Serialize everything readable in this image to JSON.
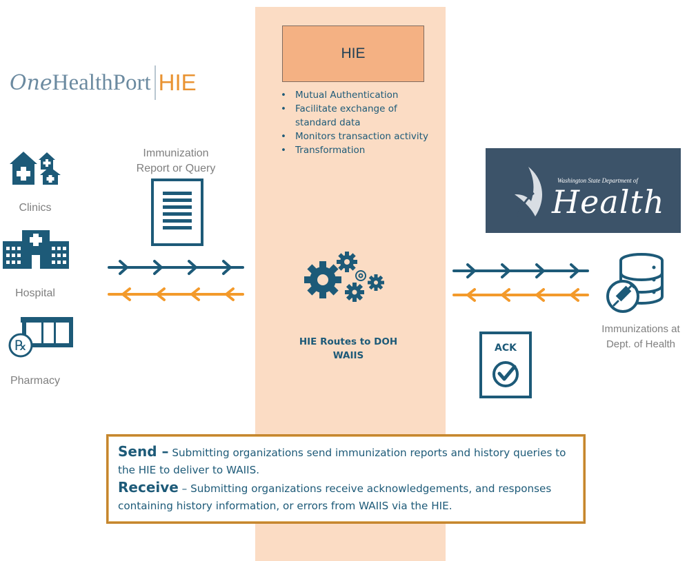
{
  "logo": {
    "one": "One",
    "healthport": "HealthPort",
    "hie": "HIE"
  },
  "left": {
    "report_line1": "Immunization",
    "report_line2": "Report or Query",
    "clinics": "Clinics",
    "hospital": "Hospital",
    "pharmacy": "Pharmacy"
  },
  "hie": {
    "title": "HIE",
    "features": [
      "Mutual Authentication",
      "Facilitate exchange of standard data",
      "Monitors transaction activity",
      "Transformation"
    ],
    "route_line1": "HIE Routes to DOH",
    "route_line2": "WAIIS"
  },
  "right": {
    "doh_dept": "Washington State Department of",
    "doh_health": "Health",
    "ack": "ACK",
    "db_line1": "Immunizations at",
    "db_line2": "Dept. of Health"
  },
  "info": {
    "send_title": "Send –",
    "send_text": " Submitting organizations send immunization reports and history queries to the HIE to deliver to WAIIS.",
    "receive_title": "Receive",
    "receive_text": " – Submitting organizations receive acknowledgements, and responses containing history information, or errors from WAIIS via the HIE."
  },
  "colors": {
    "navy": "#1d5a78",
    "orange": "#f39a2b",
    "column": "#fbdcc4",
    "hie_box": "#f4b183",
    "doh_bg": "#3c5369",
    "border": "#c5862e"
  }
}
